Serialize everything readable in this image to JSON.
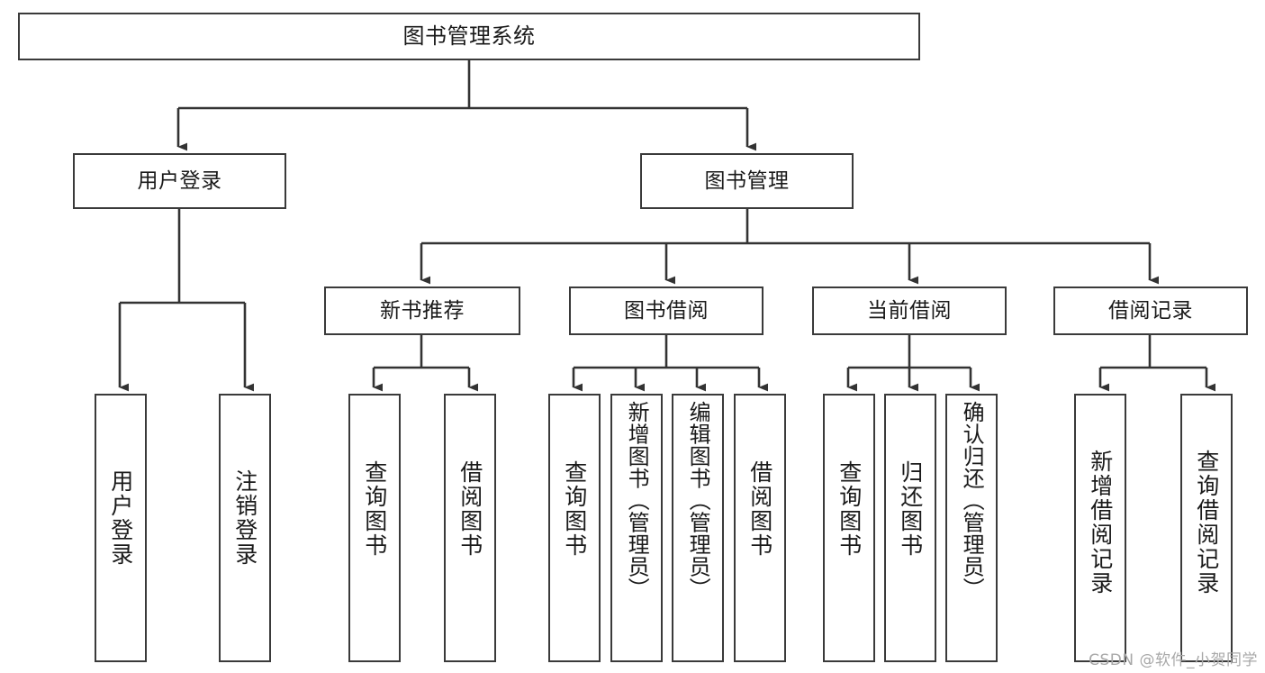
{
  "diagram": {
    "type": "tree",
    "title": "图书管理系统",
    "watermark": "CSDN @软件_小贺同学",
    "colors": {
      "background": "#ffffff",
      "box_border": "#3a3a3a",
      "box_fill": "#ffffff",
      "connector": "#333333",
      "text": "#1a1a1a",
      "watermark": "#a8a8a8"
    },
    "root": {
      "label": "图书管理系统"
    },
    "level2": [
      {
        "label": "用户登录"
      },
      {
        "label": "图书管理"
      }
    ],
    "level3": [
      {
        "label": "新书推荐"
      },
      {
        "label": "图书借阅"
      },
      {
        "label": "当前借阅"
      },
      {
        "label": "借阅记录"
      }
    ],
    "leaves_user_login": [
      {
        "label": "用户登录"
      },
      {
        "label": "注销登录"
      }
    ],
    "leaves_new_book": [
      {
        "label": "查询图书"
      },
      {
        "label": "借阅图书"
      }
    ],
    "leaves_borrow": [
      {
        "label": "查询图书"
      },
      {
        "label": "新增图书（管理员）"
      },
      {
        "label": "编辑图书（管理员）"
      },
      {
        "label": "借阅图书"
      }
    ],
    "leaves_current": [
      {
        "label": "查询图书"
      },
      {
        "label": "归还图书"
      },
      {
        "label": "确认归还（管理员）"
      }
    ],
    "leaves_record": [
      {
        "label": "新增借阅记录"
      },
      {
        "label": "查询借阅记录"
      }
    ]
  }
}
